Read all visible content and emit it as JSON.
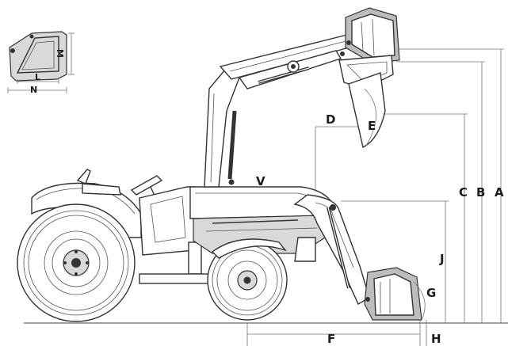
{
  "dimension_labels": {
    "A": "A",
    "B": "B",
    "C": "C",
    "D": "D",
    "E": "E",
    "F": "F",
    "G": "G",
    "H": "H",
    "J": "J",
    "V": "V"
  },
  "inset_labels": {
    "L": "L",
    "M": "M",
    "N": "N"
  }
}
